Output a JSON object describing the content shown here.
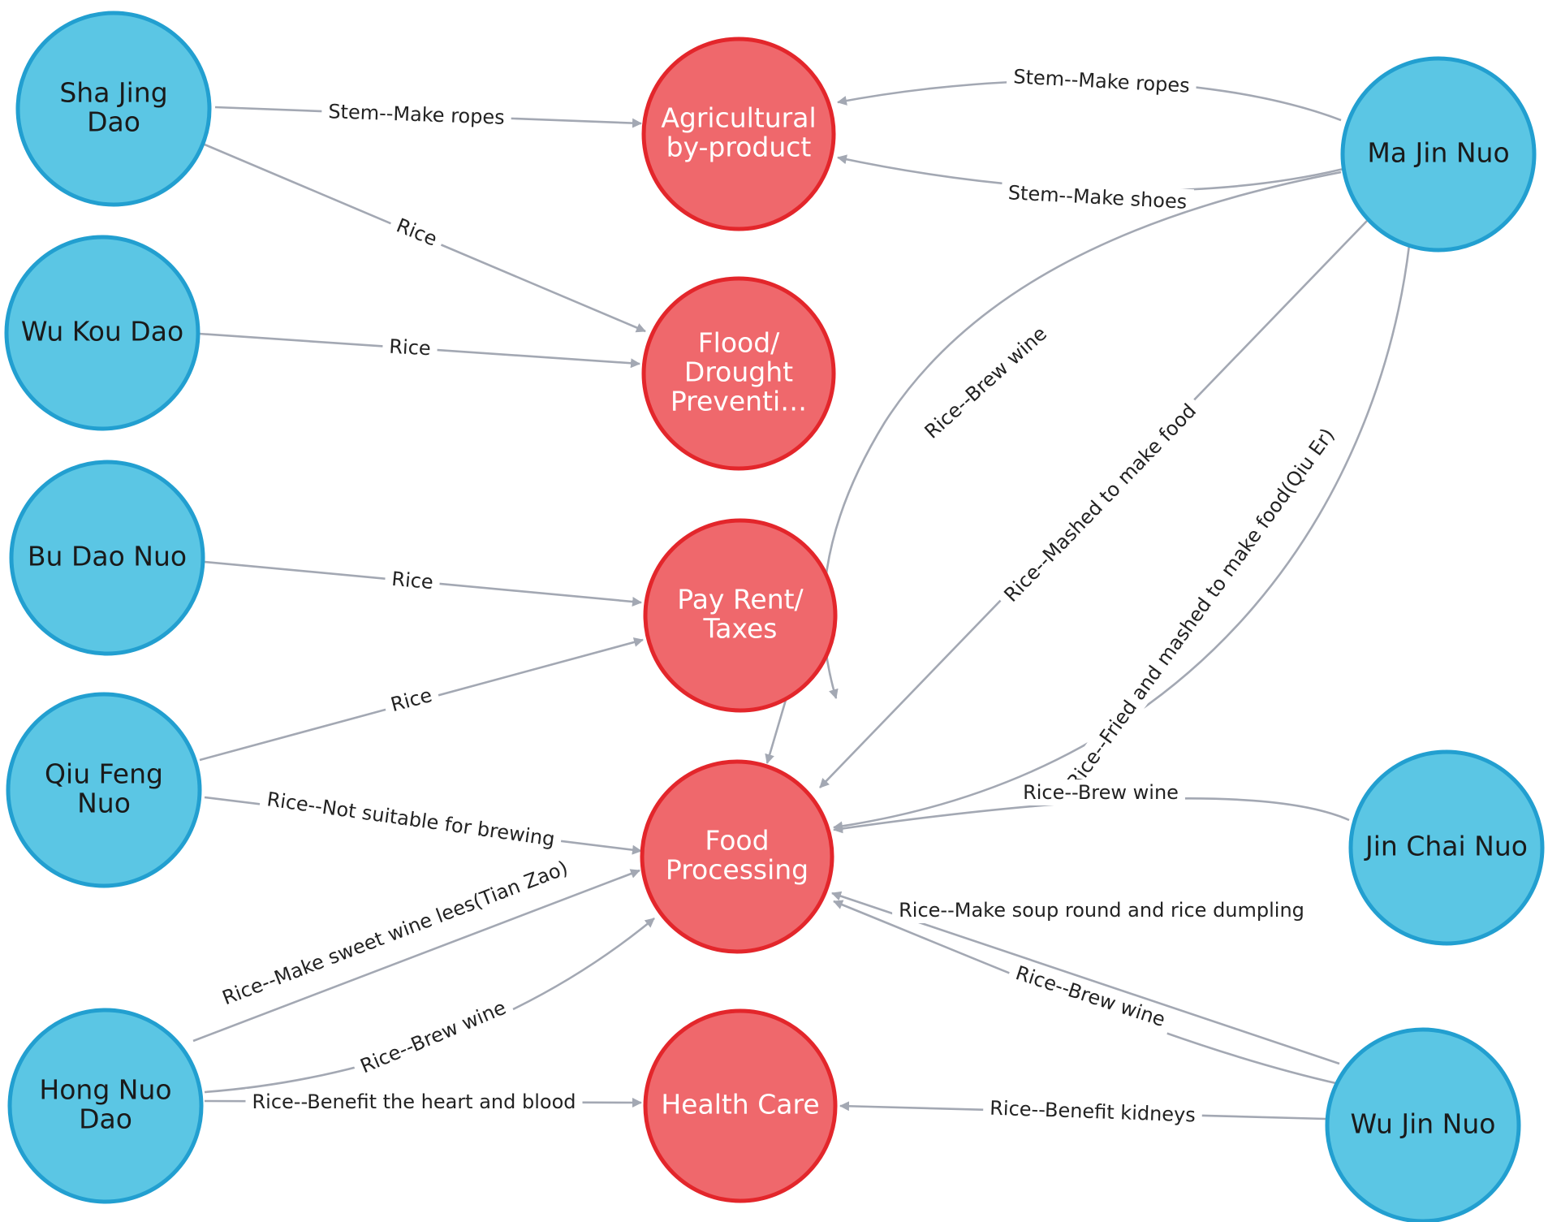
{
  "colors": {
    "source_fill": "#5bc6e4",
    "source_stroke": "#229fd0",
    "category_fill": "#ef686c",
    "category_stroke": "#e3262b",
    "source_text": "#1a1a1a",
    "category_text": "#ffffff",
    "edge": "#a3a8b3"
  },
  "nodes": [
    {
      "id": "sha",
      "kind": "source",
      "lines": [
        "Sha Jing",
        "Dao"
      ]
    },
    {
      "id": "wukou",
      "kind": "source",
      "lines": [
        "Wu Kou Dao"
      ]
    },
    {
      "id": "budao",
      "kind": "source",
      "lines": [
        "Bu Dao Nuo"
      ]
    },
    {
      "id": "qiufeng",
      "kind": "source",
      "lines": [
        "Qiu Feng",
        "Nuo"
      ]
    },
    {
      "id": "hongnuo",
      "kind": "source",
      "lines": [
        "Hong Nuo",
        "Dao"
      ]
    },
    {
      "id": "majin",
      "kind": "source",
      "lines": [
        "Ma Jin Nuo"
      ]
    },
    {
      "id": "jinchai",
      "kind": "source",
      "lines": [
        "Jin Chai Nuo"
      ]
    },
    {
      "id": "wujin",
      "kind": "source",
      "lines": [
        "Wu Jin Nuo"
      ]
    },
    {
      "id": "agri",
      "kind": "category",
      "lines": [
        "Agricultural",
        "by-product"
      ]
    },
    {
      "id": "flood",
      "kind": "category",
      "lines": [
        "Flood/",
        "Drought",
        "Preventi…"
      ]
    },
    {
      "id": "rent",
      "kind": "category",
      "lines": [
        "Pay Rent/",
        "Taxes"
      ]
    },
    {
      "id": "food",
      "kind": "category",
      "lines": [
        "Food",
        "Processing"
      ]
    },
    {
      "id": "health",
      "kind": "category",
      "lines": [
        "Health Care"
      ]
    }
  ],
  "edges": [
    {
      "from": "sha",
      "to": "agri",
      "label": "Stem--Make ropes"
    },
    {
      "from": "sha",
      "to": "flood",
      "label": "Rice"
    },
    {
      "from": "wukou",
      "to": "flood",
      "label": "Rice"
    },
    {
      "from": "budao",
      "to": "rent",
      "label": "Rice"
    },
    {
      "from": "qiufeng",
      "to": "rent",
      "label": "Rice"
    },
    {
      "from": "qiufeng",
      "to": "food",
      "label": "Rice--Not suitable for brewing"
    },
    {
      "from": "hongnuo",
      "to": "food",
      "label": "Rice--Make sweet wine lees(Tian Zao)"
    },
    {
      "from": "hongnuo",
      "to": "food",
      "label": "Rice--Brew wine"
    },
    {
      "from": "hongnuo",
      "to": "health",
      "label": "Rice--Benefit the heart and blood"
    },
    {
      "from": "majin",
      "to": "agri",
      "label": "Stem--Make ropes"
    },
    {
      "from": "majin",
      "to": "agri",
      "label": "Stem--Make shoes"
    },
    {
      "from": "majin",
      "to": "food",
      "label": "Rice--Brew wine"
    },
    {
      "from": "majin",
      "to": "food",
      "label": "Rice--Mashed to make food"
    },
    {
      "from": "majin",
      "to": "food",
      "label": "Rice--Fried and mashed to make food(Qiu Er)"
    },
    {
      "from": "rent",
      "to": "food",
      "label": ""
    },
    {
      "from": "jinchai",
      "to": "food",
      "label": "Rice--Brew wine"
    },
    {
      "from": "wujin",
      "to": "food",
      "label": "Rice--Make soup round and rice dumpling"
    },
    {
      "from": "wujin",
      "to": "food",
      "label": "Rice--Brew wine"
    },
    {
      "from": "wujin",
      "to": "health",
      "label": "Rice--Benefit kidneys"
    }
  ]
}
